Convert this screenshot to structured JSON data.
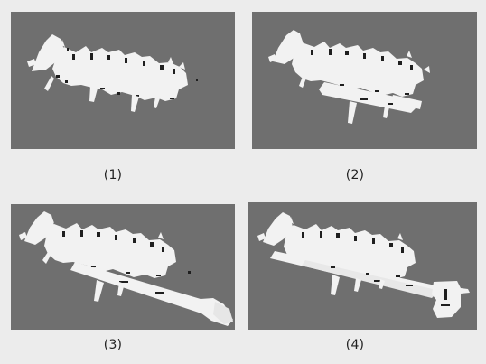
{
  "panels": [
    {
      "caption": "(1)"
    },
    {
      "caption": "(2)"
    },
    {
      "caption": "(3)"
    },
    {
      "caption": "(4)"
    }
  ]
}
